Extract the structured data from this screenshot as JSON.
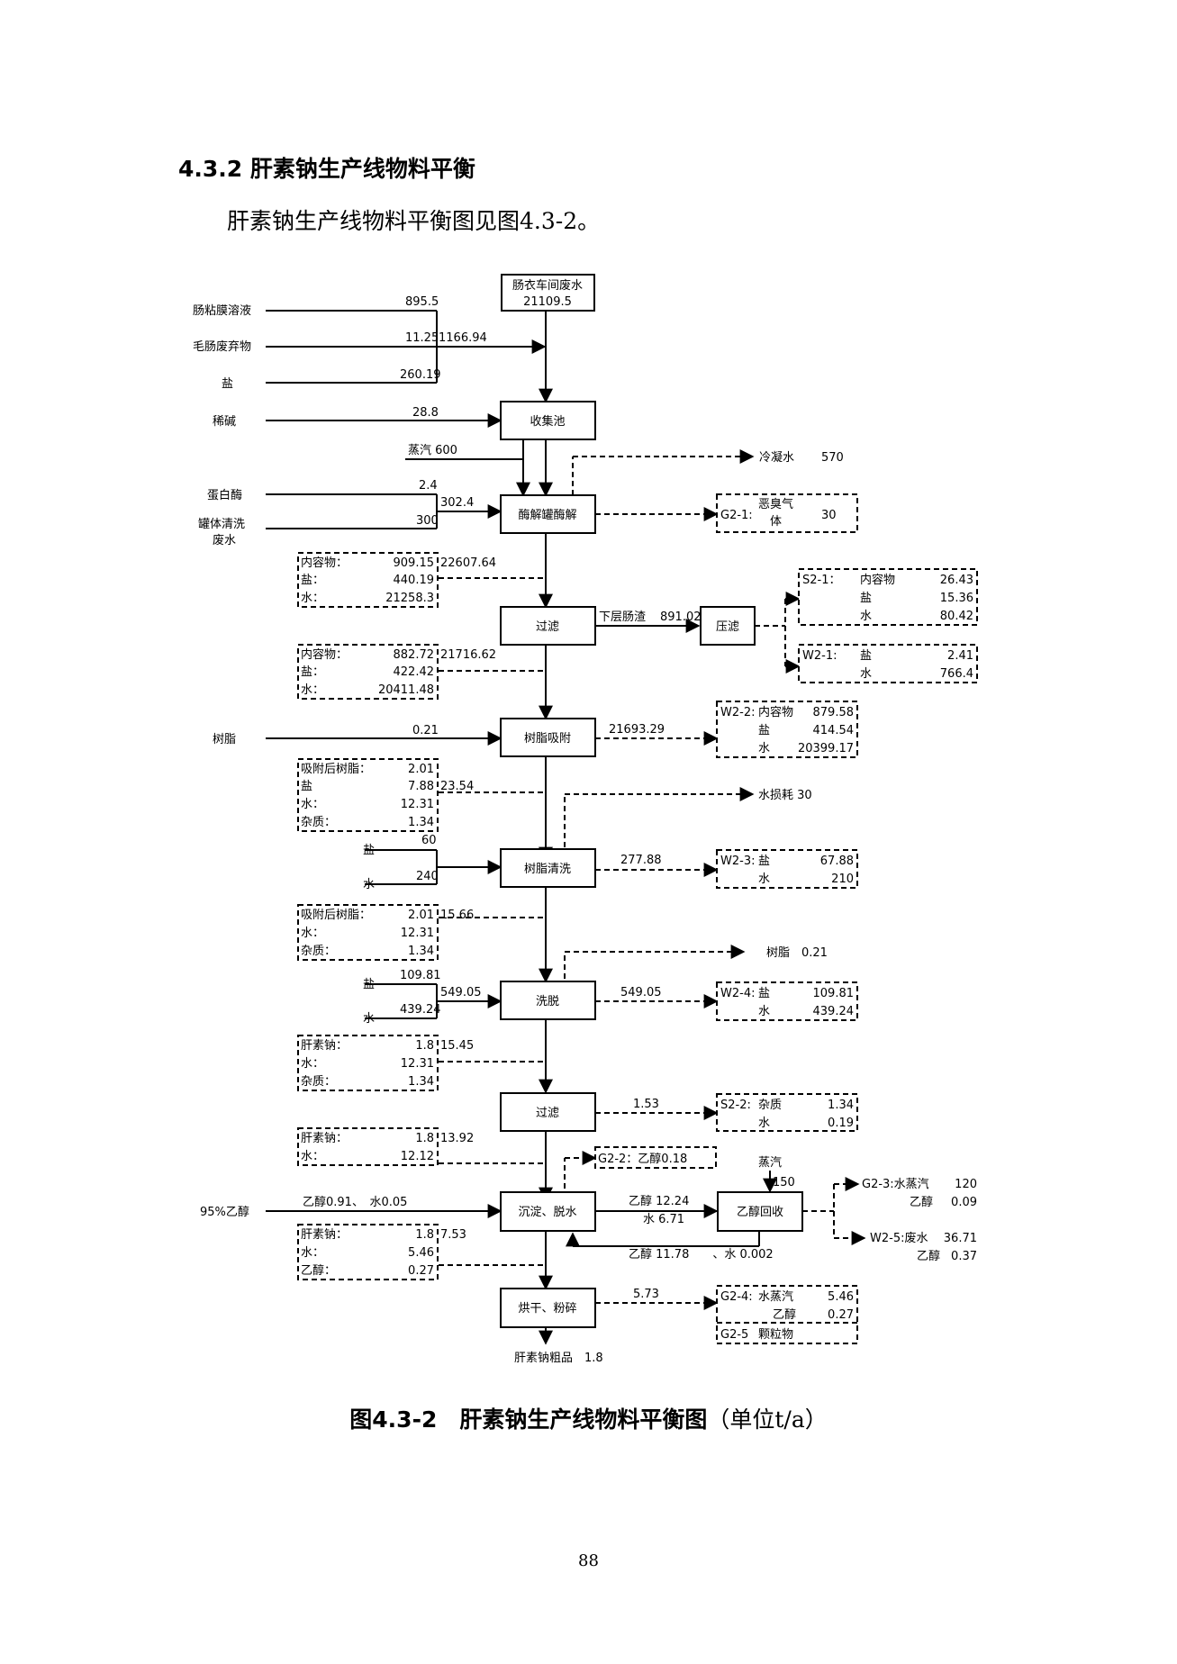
{
  "heading": "4.3.2  肝素钠生产线物料平衡",
  "intro": "肝素钠生产线物料平衡图见图4.3-2。",
  "caption": {
    "bold": "图4.3-2　肝素钠生产线物料平衡图",
    "normal": "（单位t/a）"
  },
  "page_number": "88",
  "diagram": {
    "boxes": {
      "b1": {
        "label": "肠衣车间废水",
        "value": "21109.5"
      },
      "b2": "收集池",
      "b3": "酶解罐酶解",
      "b4": "过滤",
      "b5": "压滤",
      "b6": "树脂吸附",
      "b7": "树脂清洗",
      "b8": "洗脱",
      "b9": "过滤",
      "b10": "沉淀、脱水",
      "b11": "乙醇回收",
      "b12": "烘干、粉碎"
    },
    "inputs": {
      "i1": {
        "name": "肠粘膜溶液",
        "value": "895.5"
      },
      "i2": {
        "name": "毛肠废弃物",
        "value": "11.25"
      },
      "i2_total": "1166.94",
      "i3": {
        "name": "盐",
        "value": "260.19"
      },
      "i4": {
        "name": "稀碱",
        "value": "28.8"
      },
      "i5": "蒸汽 600",
      "i6": {
        "name": "蛋白酶",
        "value": "2.4"
      },
      "i7": {
        "name": "罐体清洗",
        "name2": "废水",
        "value": "300"
      },
      "i7_total": "302.4",
      "i8": {
        "name": "树脂",
        "value": "0.21"
      },
      "i9": {
        "name": "盐",
        "value": "60"
      },
      "i10": {
        "name": "水",
        "value": "240"
      },
      "i11": {
        "name": "盐",
        "value": "109.81"
      },
      "i12": {
        "name": "水",
        "value": "439.24"
      },
      "i12_total": "549.05",
      "i13": {
        "name": "95%乙醇",
        "value": "乙醇0.91、　水0.05"
      },
      "i14": "蒸汽",
      "i14_value": "150"
    },
    "flows": {
      "f1": {
        "name": "冷凝水",
        "value": "570"
      },
      "f2": "下层肠渣",
      "f2_value": "891.02",
      "f3": "21693.29",
      "f4": "水损耗 30",
      "f5": "277.88",
      "f6": "树脂　0.21",
      "f7": "549.05",
      "f8": "1.53",
      "f9": "乙醇 12.24",
      "f9b": "水 6.71",
      "f10": "乙醇 11.78　　、水 0.002",
      "f11": "5.73",
      "product": "肝素钠粗品　1.8"
    },
    "mid": {
      "m1": {
        "total": "22607.64",
        "rows": [
          [
            "内容物：",
            "909.15"
          ],
          [
            "盐：",
            "440.19"
          ],
          [
            "水：",
            "21258.3"
          ]
        ]
      },
      "m2": {
        "total": "21716.62",
        "rows": [
          [
            "内容物：",
            "882.72"
          ],
          [
            "盐：",
            "422.42"
          ],
          [
            "水：",
            "20411.48"
          ]
        ]
      },
      "m3": {
        "total": "23.54",
        "rows": [
          [
            "吸附后树脂：",
            "2.01"
          ],
          [
            "盐",
            "7.88"
          ],
          [
            "水：",
            "12.31"
          ],
          [
            "杂质：",
            "1.34"
          ]
        ]
      },
      "m4": {
        "total": "15.66",
        "rows": [
          [
            "吸附后树脂：",
            "2.01"
          ],
          [
            "水：",
            "12.31"
          ],
          [
            "杂质：",
            "1.34"
          ]
        ]
      },
      "m5": {
        "total": "15.45",
        "rows": [
          [
            "肝素钠：",
            "1.8"
          ],
          [
            "水：",
            "12.31"
          ],
          [
            "杂质：",
            "1.34"
          ]
        ]
      },
      "m6": {
        "total": "13.92",
        "rows": [
          [
            "肝素钠：",
            "1.8"
          ],
          [
            "水：",
            "12.12"
          ]
        ]
      },
      "m7": {
        "total": "7.53",
        "rows": [
          [
            "肝素钠：",
            "1.8"
          ],
          [
            "水：",
            "5.46"
          ],
          [
            "乙醇：",
            "0.27"
          ]
        ]
      }
    },
    "outputs": {
      "g21": {
        "tag": "G2-1:",
        "name": "恶臭气",
        "name2": "体",
        "value": "30"
      },
      "s21": {
        "tag": "S2-1：",
        "rows": [
          [
            "内容物",
            "26.43"
          ],
          [
            "盐",
            "15.36"
          ],
          [
            "水",
            "80.42"
          ]
        ]
      },
      "w21": {
        "tag": "W2-1:",
        "rows": [
          [
            "盐",
            "2.41"
          ],
          [
            "水",
            "766.4"
          ]
        ]
      },
      "w22": {
        "tag": "W2-2:",
        "rows": [
          [
            "内容物",
            "879.58"
          ],
          [
            "盐",
            "414.54"
          ],
          [
            "水",
            "20399.17"
          ]
        ]
      },
      "w23": {
        "tag": "W2-3:",
        "rows": [
          [
            "盐",
            "67.88"
          ],
          [
            "水",
            "210"
          ]
        ]
      },
      "w24": {
        "tag": "W2-4:",
        "rows": [
          [
            "盐",
            "109.81"
          ],
          [
            "水",
            "439.24"
          ]
        ]
      },
      "s22": {
        "tag": "S2-2:",
        "rows": [
          [
            "杂质",
            "1.34"
          ],
          [
            "水",
            "0.19"
          ]
        ]
      },
      "g22": "G2-2：乙醇0.18",
      "g23": {
        "label": "G2-3:水蒸汽",
        "value": "120",
        "label2": "乙醇",
        "value2": "0.09"
      },
      "w25": {
        "label": "W2-5:废水",
        "value": "36.71",
        "label2": "乙醇",
        "value2": "0.37"
      },
      "g24": {
        "tag": "G2-4:",
        "rows": [
          [
            "水蒸汽",
            "5.46"
          ],
          [
            "乙醇",
            "0.27"
          ]
        ]
      },
      "g25": {
        "tag": "G2-5",
        "name": "颗粒物"
      }
    }
  }
}
